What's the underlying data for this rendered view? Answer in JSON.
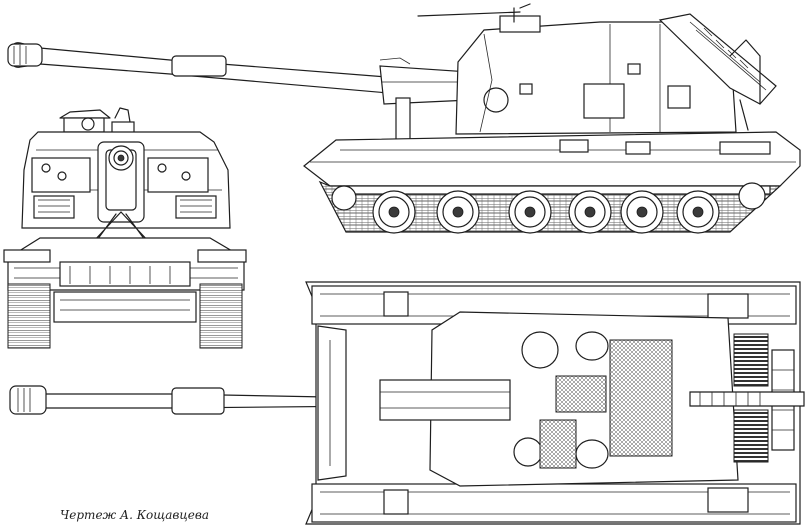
{
  "caption": "Чертеж А. Кощавцева",
  "views": [
    {
      "view": "front",
      "icon": "tank-front-view"
    },
    {
      "view": "side",
      "icon": "tank-side-view"
    },
    {
      "view": "top",
      "icon": "tank-top-view"
    }
  ],
  "colors": {
    "ink": "#1e1e1e",
    "paper": "#ffffff"
  }
}
